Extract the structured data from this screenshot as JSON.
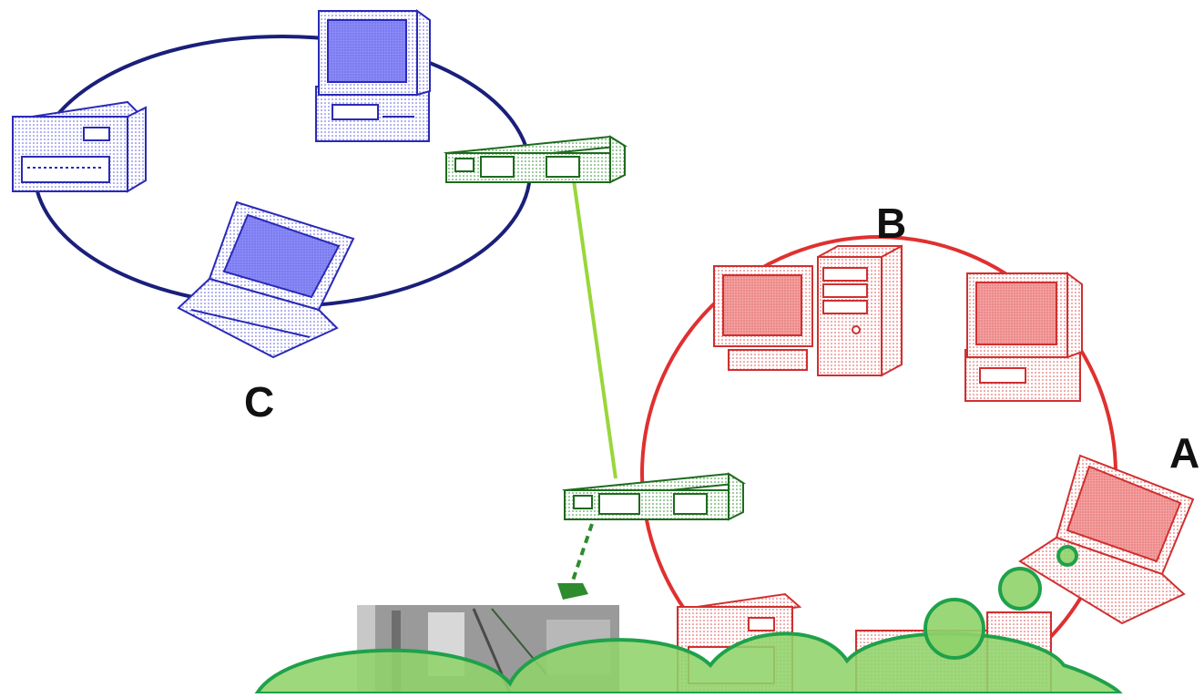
{
  "diagram": {
    "labels": {
      "a": "A",
      "b": "B",
      "c": "C"
    },
    "colors": {
      "blue_network": "#1a1f7a",
      "blue_device": "#7b7bf5",
      "red_network": "#e03030",
      "red_device": "#f07a7a",
      "hub": "#2e8b2e",
      "hub_link": "#9ad63a",
      "cloud_fill": "#8fd36a",
      "cloud_stroke": "#1fa14a"
    },
    "icons": {
      "printer": "printer-icon",
      "desktop": "desktop-computer-icon",
      "tower": "tower-computer-icon",
      "laptop": "laptop-icon",
      "hub": "network-hub-icon",
      "plug": "network-plug-icon",
      "photo": "wiring-photo",
      "cloud": "thought-cloud"
    }
  }
}
